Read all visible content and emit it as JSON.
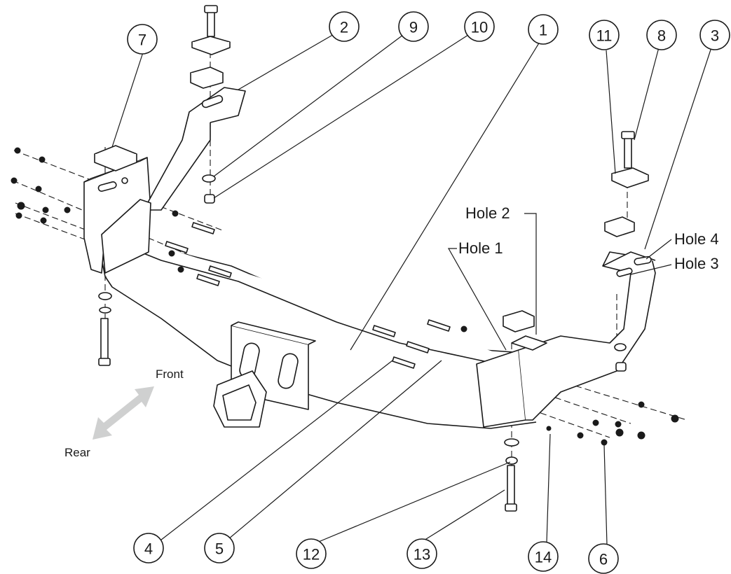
{
  "callouts": {
    "c1": "1",
    "c2": "2",
    "c3": "3",
    "c4": "4",
    "c5": "5",
    "c6": "6",
    "c7": "7",
    "c8": "8",
    "c9": "9",
    "c10": "10",
    "c11": "11",
    "c12": "12",
    "c13": "13",
    "c14": "14"
  },
  "hole_labels": {
    "hole1": "Hole 1",
    "hole2": "Hole 2",
    "hole3": "Hole 3",
    "hole4": "Hole 4"
  },
  "direction_labels": {
    "front": "Front",
    "rear": "Rear"
  },
  "colors": {
    "line": "#1a1a1a",
    "arrow": "#cfd0d0",
    "background": "#ffffff"
  }
}
